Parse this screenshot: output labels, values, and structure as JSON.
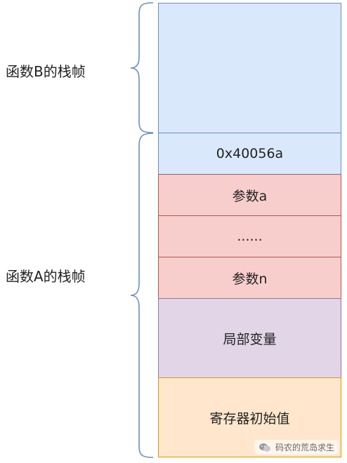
{
  "labels": {
    "frame_b": "函数B的栈帧",
    "frame_a": "函数A的栈帧"
  },
  "stack": {
    "frame_b_block": "",
    "return_address": "0x40056a",
    "param_a": "参数a",
    "param_ellipsis": "......",
    "param_n": "参数n",
    "local_vars": "局部变量",
    "register_init": "寄存器初始值"
  },
  "watermark": {
    "text": "码农的荒岛求生",
    "icon": "wechat-icon"
  },
  "colors": {
    "blue_fill": "#dae8fc",
    "blue_stroke": "#6c8ebf",
    "red_fill": "#f8cecc",
    "red_stroke": "#b85450",
    "purple_fill": "#e1d5e7",
    "purple_stroke": "#9673a6",
    "orange_fill": "#ffe6cc",
    "orange_stroke": "#d79b00",
    "brace": "#6c8ebf"
  }
}
